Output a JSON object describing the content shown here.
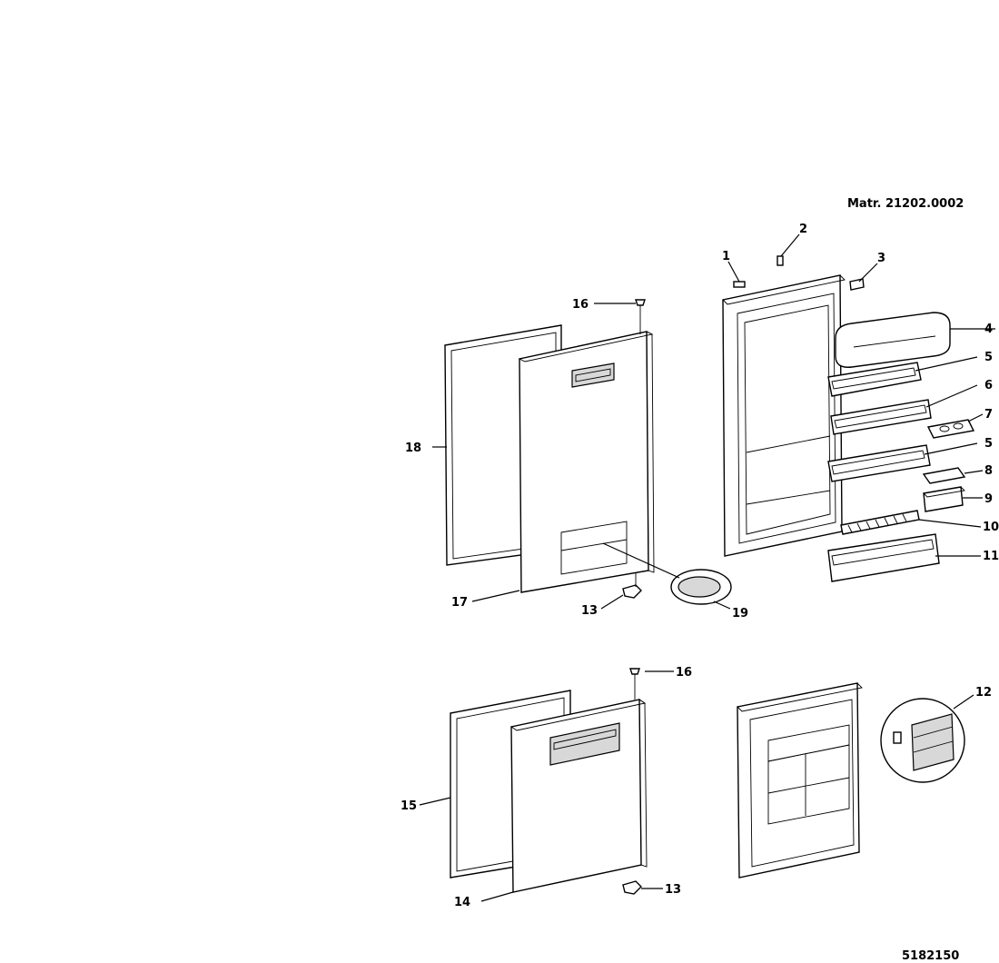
{
  "header": {
    "material_code": "Matr. 21202.0002"
  },
  "footer": {
    "drawing_number": "5182150"
  },
  "callouts": {
    "c1": "1",
    "c2": "2",
    "c3": "3",
    "c4": "4",
    "c5a": "5",
    "c6a": "6",
    "c7": "7",
    "c5b": "5",
    "c8": "8",
    "c9": "9",
    "c10": "10",
    "c11": "11",
    "c12": "12",
    "c13a": "13",
    "c13b": "13",
    "c14": "14",
    "c15": "15",
    "c16a": "16",
    "c16b": "16",
    "c17": "17",
    "c18": "18",
    "c19": "19"
  }
}
